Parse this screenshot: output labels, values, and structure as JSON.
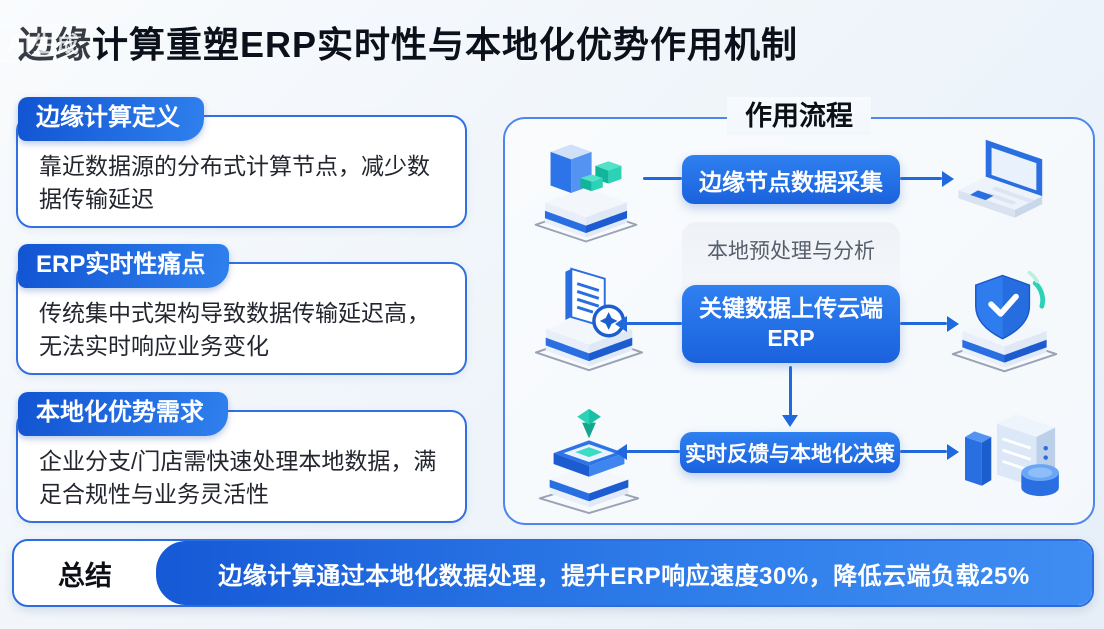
{
  "watermark": "AI生成",
  "page_title": "边缘计算重塑ERP实时性与本地化优势作用机制",
  "cards": [
    {
      "badge": "边缘计算定义",
      "body": "靠近数据源的分布式计算节点，减少数据传输延迟"
    },
    {
      "badge": "ERP实时性痛点",
      "body": "传统集中式架构导致数据传输延迟高，无法实时响应业务变化"
    },
    {
      "badge": "本地化优势需求",
      "body": "企业分支/门店需快速处理本地数据，满足合规性与业务灵活性"
    }
  ],
  "flow_panel": {
    "title": "作用流程",
    "steps": [
      {
        "label": "边缘节点数据采集",
        "style": "primary"
      },
      {
        "label": "本地预处理与分析",
        "style": "light"
      },
      {
        "label": "关键数据上传云端ERP",
        "style": "primary"
      },
      {
        "label": "实时反馈与本地化决策",
        "style": "primary"
      }
    ],
    "icons": [
      "edge-node-device-icon",
      "laptop-icon",
      "report-document-icon",
      "security-shield-icon",
      "location-stack-icon",
      "database-server-icon"
    ]
  },
  "summary": {
    "label": "总结",
    "text": "边缘计算通过本地化数据处理，提升ERP响应速度30%，降低云端负载25%"
  },
  "colors": {
    "accent_blue": "#2068de",
    "deep_blue": "#1659d6",
    "box_gradient_top": "#2f80f0",
    "box_gradient_bottom": "#1a62dd",
    "teal": "#2bd2b6",
    "page_bg": "#eef4fa",
    "card_border": "#3270e2"
  }
}
